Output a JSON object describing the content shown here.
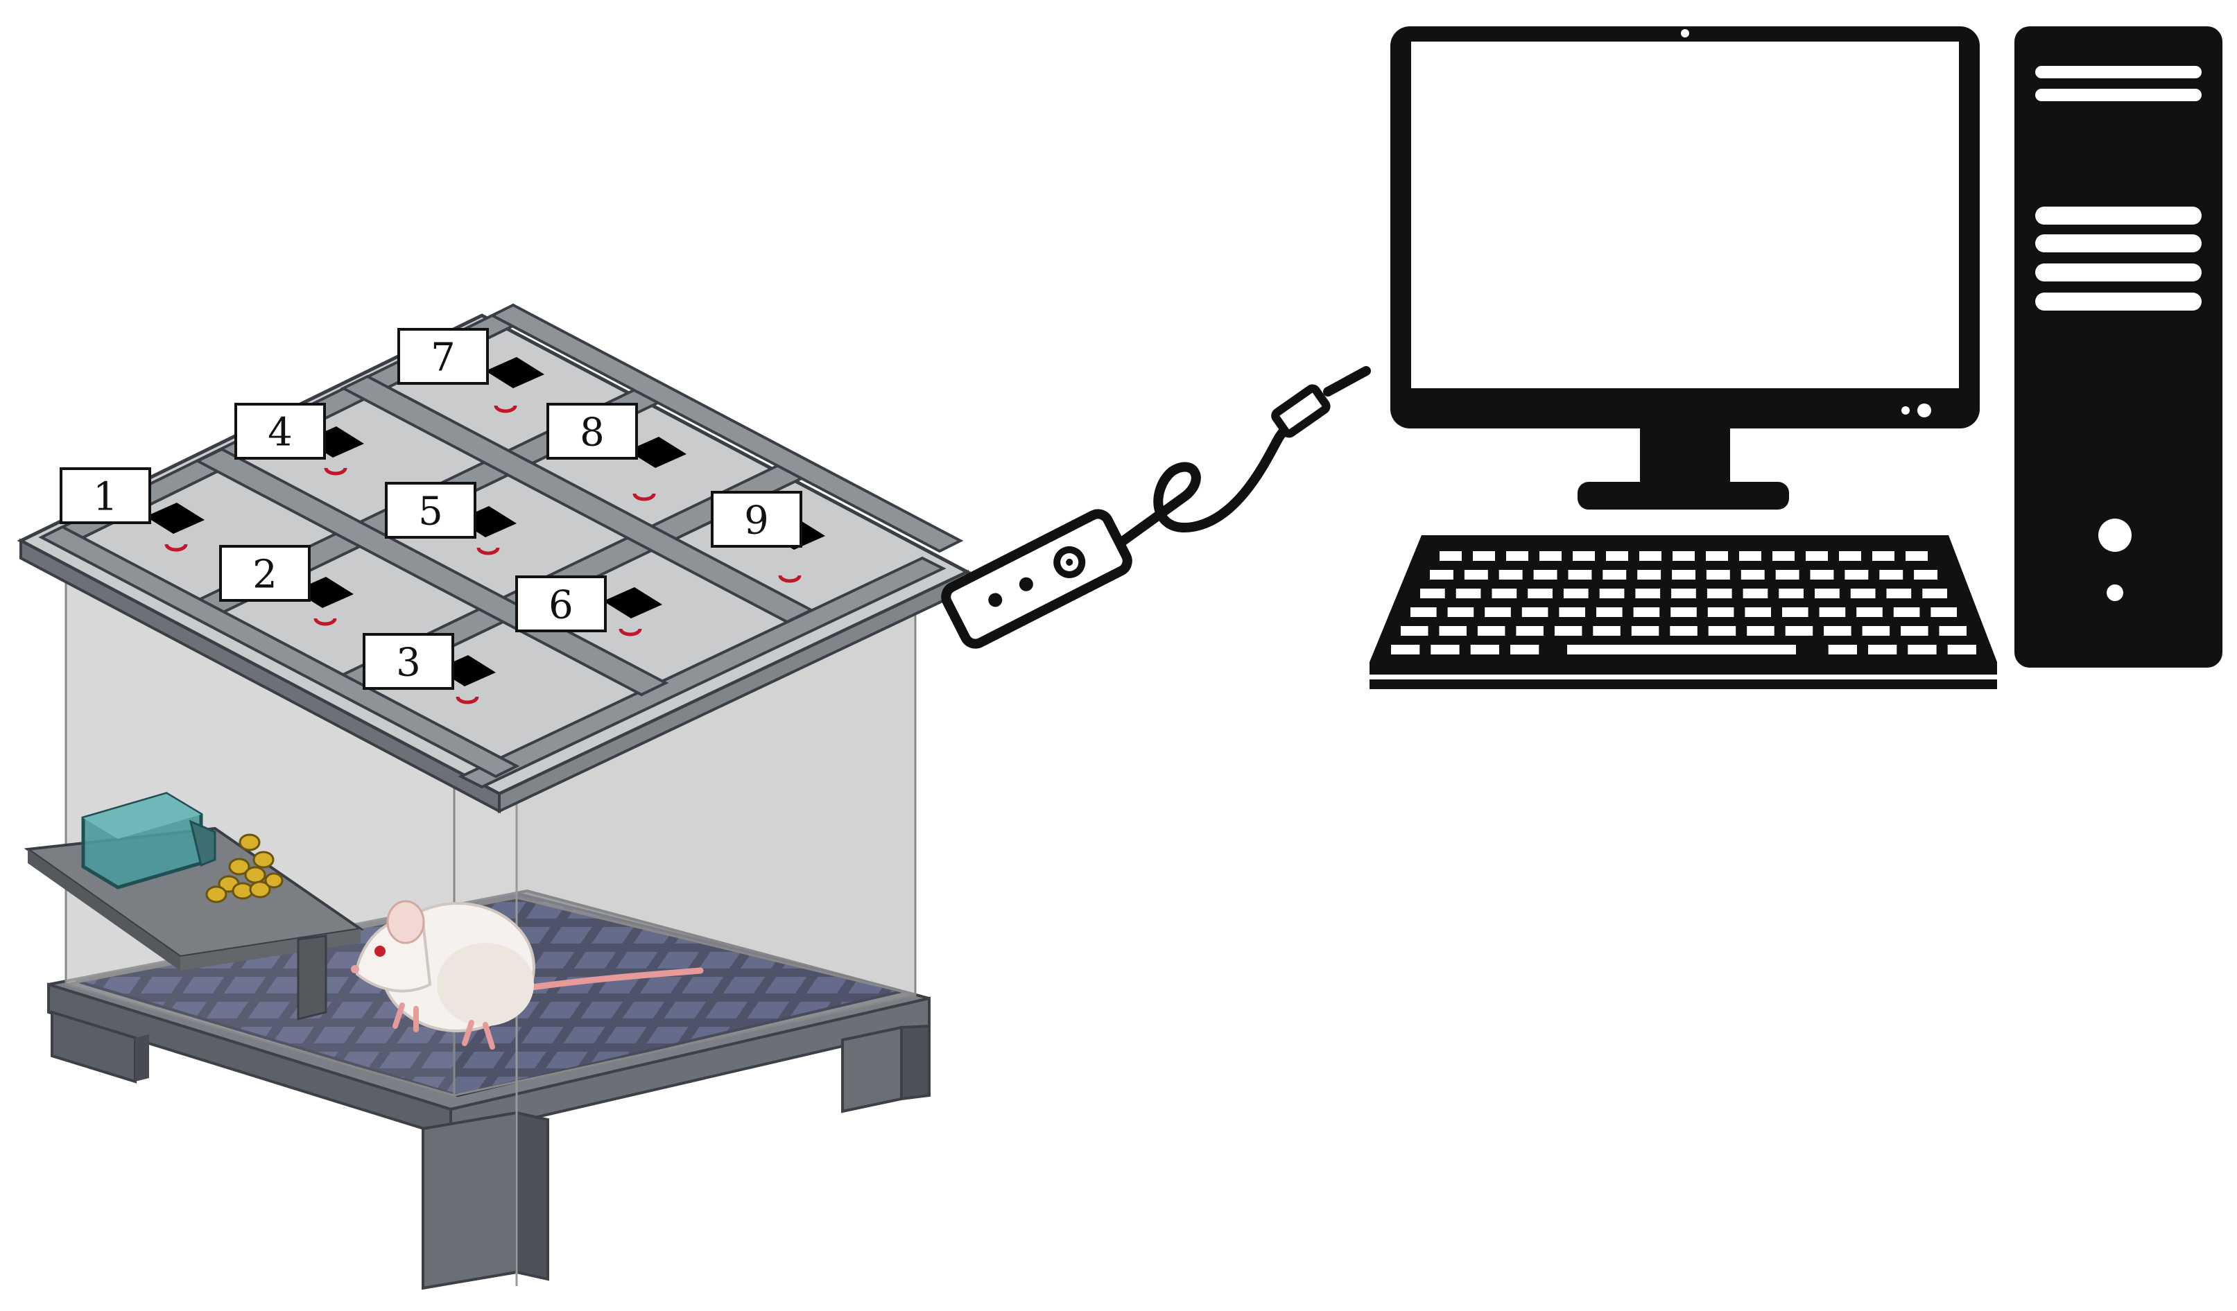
{
  "sensor_labels": [
    "1",
    "2",
    "3",
    "4",
    "5",
    "6",
    "7",
    "8",
    "9"
  ],
  "colors": {
    "frame": "#8e9398",
    "frame_edge": "#4a4f55",
    "wall": "#c9c9c9",
    "floor": "#3a3f5c",
    "sensor": "#000000",
    "sensor_led": "#c0182a",
    "dispenser": "#4a9a9a",
    "pellet": "#d8b02a",
    "computer": "#111111",
    "rat": "#f4f1ee"
  },
  "icons": [
    "computer-monitor-icon",
    "pc-tower-icon",
    "keyboard-icon",
    "usb-adapter-icon",
    "rat-icon",
    "pellet-dispenser-icon"
  ]
}
